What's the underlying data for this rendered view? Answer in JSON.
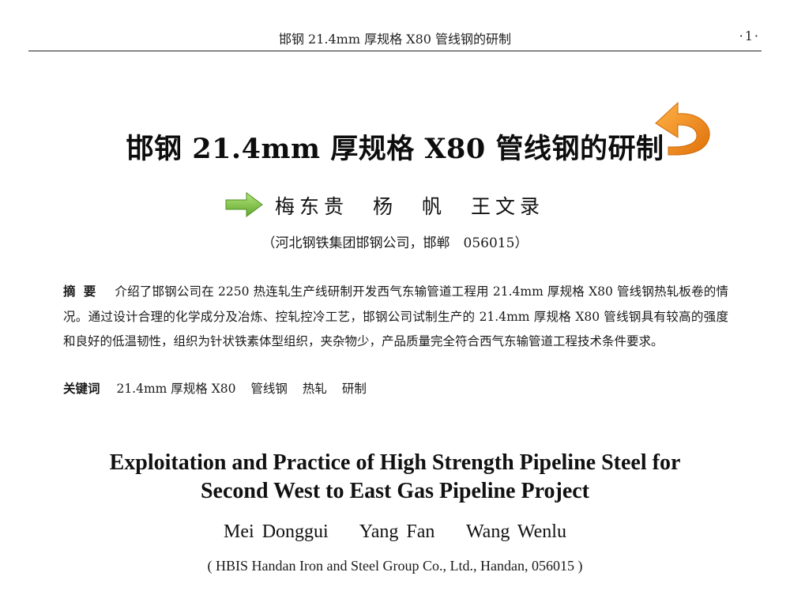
{
  "running_header": {
    "title": "邯钢 21.4mm 厚规格 X80 管线钢的研制",
    "page_number": "·1·"
  },
  "title_cn": "邯钢 21.4mm 厚规格 X80 管线钢的研制",
  "authors_cn": "梅东贵　杨　帆　王文录",
  "affiliation_cn": "（河北钢铁集团邯钢公司，邯郸　056015）",
  "abstract": {
    "label": "摘要",
    "text": "介绍了邯钢公司在 2250 热连轧生产线研制开发西气东输管道工程用 21.4mm 厚规格 X80 管线钢热轧板卷的情况。通过设计合理的化学成分及冶炼、控轧控冷工艺，邯钢公司试制生产的 21.4mm 厚规格 X80 管线钢具有较高的强度和良好的低温韧性，组织为针状铁素体型组织，夹杂物少，产品质量完全符合西气东输管道工程技术条件要求。"
  },
  "keywords": {
    "label": "关键词",
    "items": [
      "21.4mm 厚规格 X80",
      "管线钢",
      "热轧",
      "研制"
    ]
  },
  "title_en": {
    "line1": "Exploitation and Practice of High Strength Pipeline Steel for",
    "line2": "Second West to East Gas Pipeline Project"
  },
  "authors_en": "Mei Donggui    Yang Fan    Wang Wenlu",
  "affiliation_en": "( HBIS Handan Iron and Steel Group Co., Ltd., Handan, 056015 )",
  "icons": {
    "return": "return-arrow-icon",
    "next": "next-arrow-icon"
  },
  "colors": {
    "return_arrow": "#f08a1c",
    "next_arrow": "#7cc242"
  }
}
